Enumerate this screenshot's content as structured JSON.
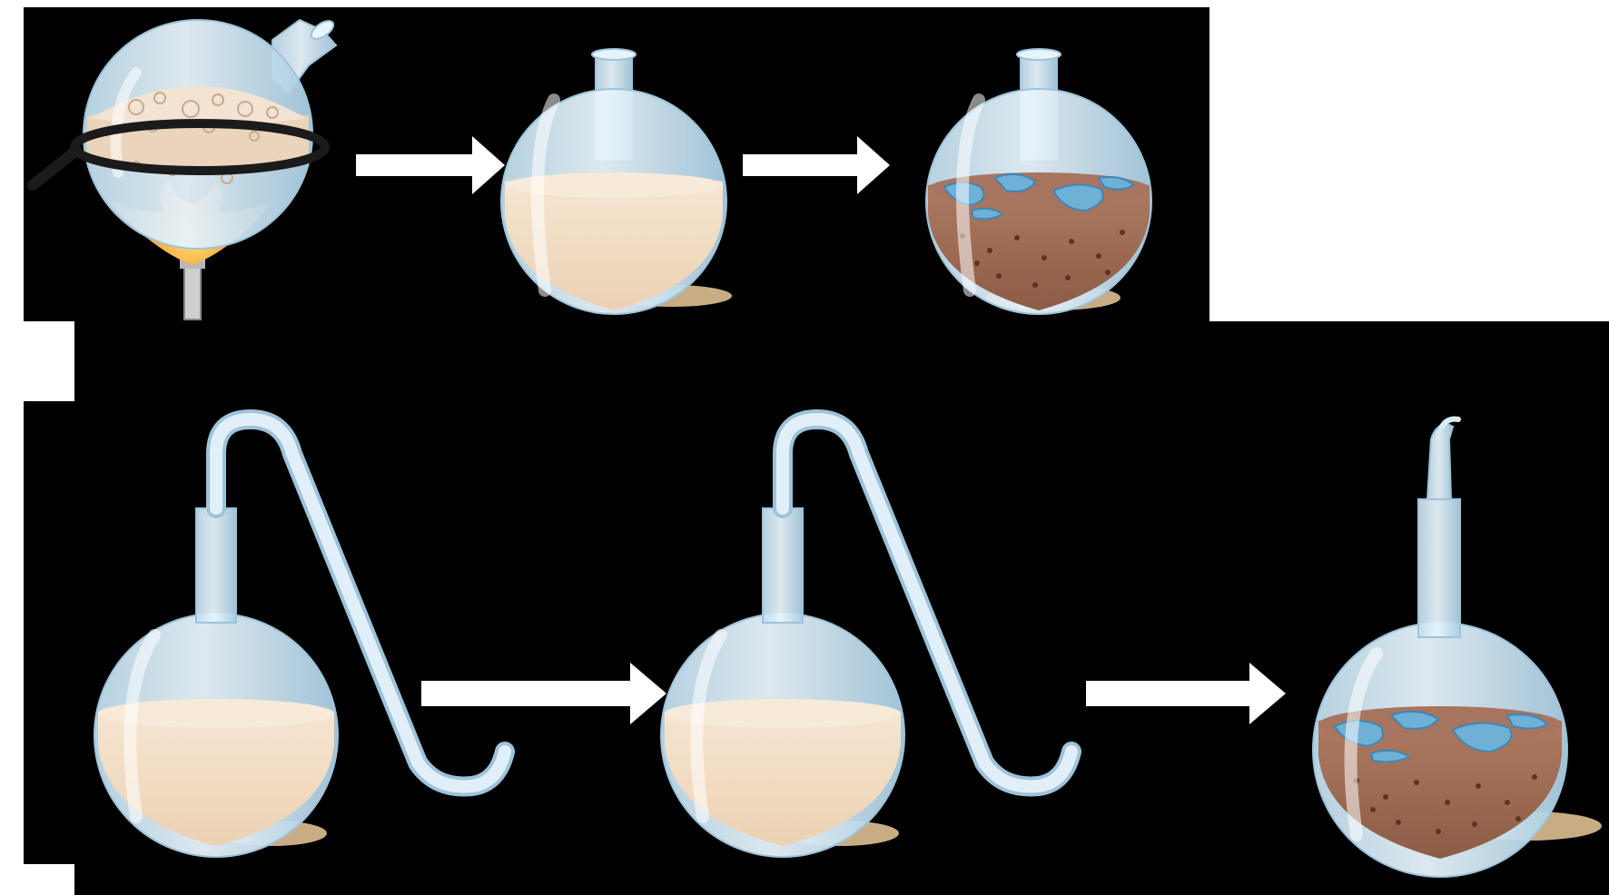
{
  "figure": {
    "description_text": "",
    "rows": [
      {
        "id": "top-row",
        "steps": [
          "boiling-flask",
          "sterile-flask",
          "contaminated-flask"
        ],
        "arrows": 2
      },
      {
        "id": "bottom-row",
        "steps": [
          "swan-neck-flask-sterile",
          "swan-neck-flask-still-sterile",
          "broken-neck-flask-contaminated"
        ],
        "arrows": 2
      }
    ]
  },
  "colors": {
    "background": "#000000",
    "white_gap": "#ffffff",
    "glass": "#cfe6f3",
    "glass_outline": "#9ec3d9",
    "broth": "#f2dcc4",
    "broth_dark": "#e6c7a6",
    "contaminated_broth": "#9c6b55",
    "contaminated_dots": "#5a3426",
    "mold": "#6fb0d6",
    "flame_orange": "#f29a2e",
    "flame_red": "#e3531f",
    "shadow": "#c8ad84",
    "arrow": "#ffffff",
    "ring": "#1a1a1a",
    "burner": "#c9c9c9"
  }
}
